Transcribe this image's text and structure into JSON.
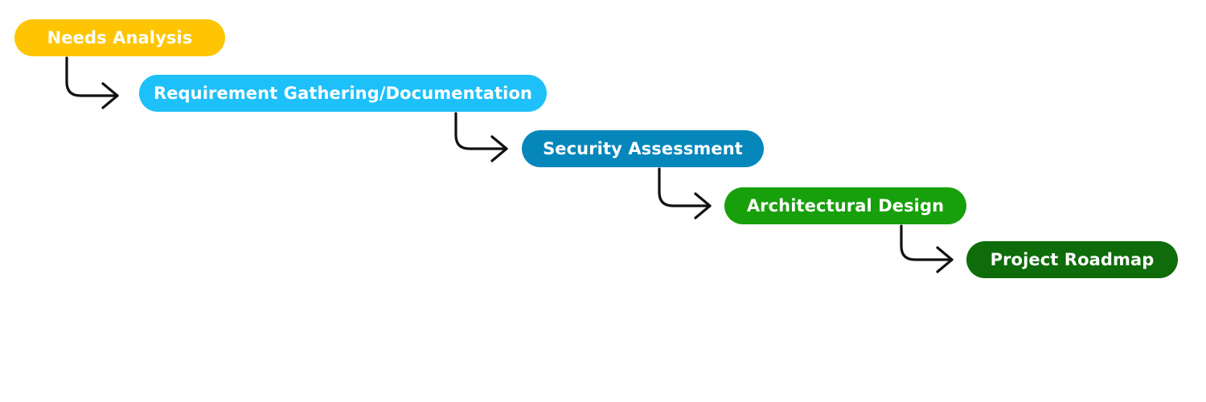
{
  "diagram": {
    "steps": [
      {
        "label": "Needs Analysis",
        "color": "#ffc502"
      },
      {
        "label": "Requirement Gathering/Documentation",
        "color": "#1ec0f9"
      },
      {
        "label": "Security Assessment",
        "color": "#0687bb"
      },
      {
        "label": "Architectural Design",
        "color": "#17a00b"
      },
      {
        "label": "Project Roadmap",
        "color": "#0e6c0a"
      }
    ],
    "connector_color": "#111111"
  }
}
